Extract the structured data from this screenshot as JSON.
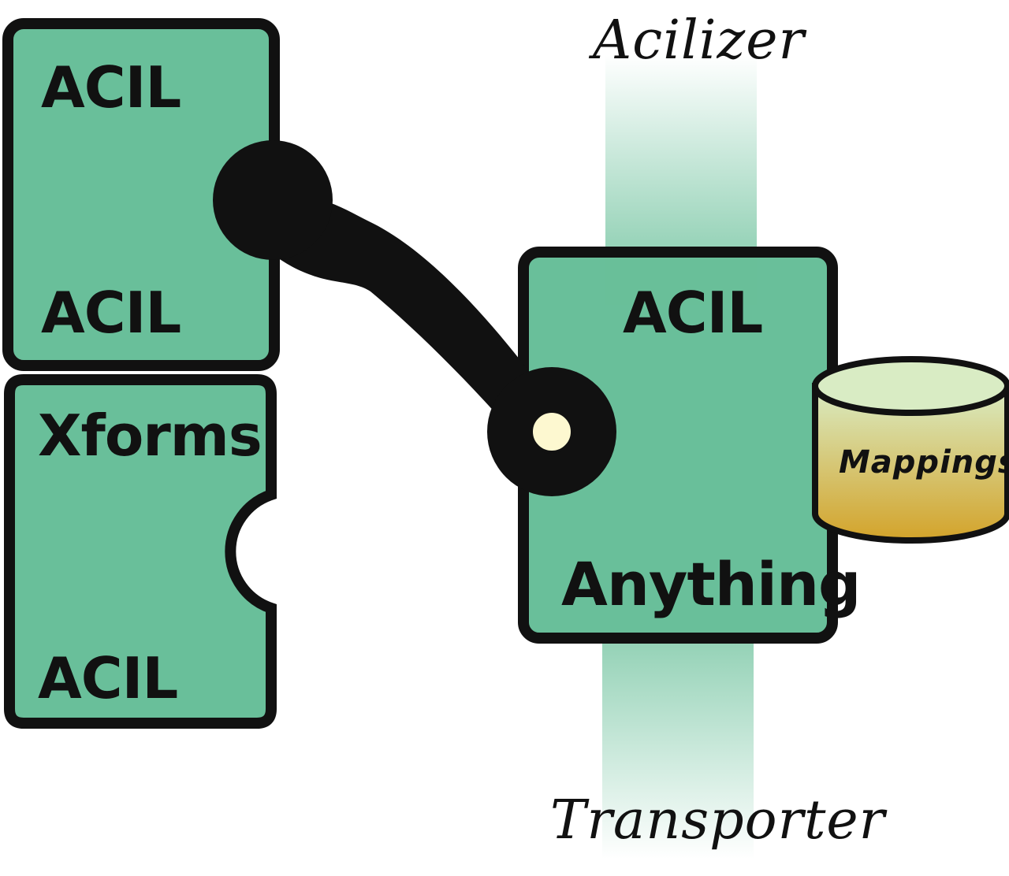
{
  "colors": {
    "block_fill": "#69bf9a",
    "outline": "#111111",
    "stream_top": "#ffffff",
    "stream_mid": "#7fc9a8",
    "cyl_top": "#d9ecc4",
    "cyl_bottom": "#d3a32a",
    "pin_fill": "#fdf8d0"
  },
  "top_block": {
    "top_label": "ACIL",
    "bottom_label": "ACIL"
  },
  "bottom_block": {
    "top_label": "Xforms",
    "bottom_label": "ACIL"
  },
  "right_block": {
    "top_label": "ACIL",
    "bottom_label": "Anything"
  },
  "stream": {
    "top_label": "Acilizer",
    "bottom_label": "Transporter"
  },
  "cylinder": {
    "label": "Mappings"
  },
  "connector": {
    "icon": "link-arm-icon"
  }
}
